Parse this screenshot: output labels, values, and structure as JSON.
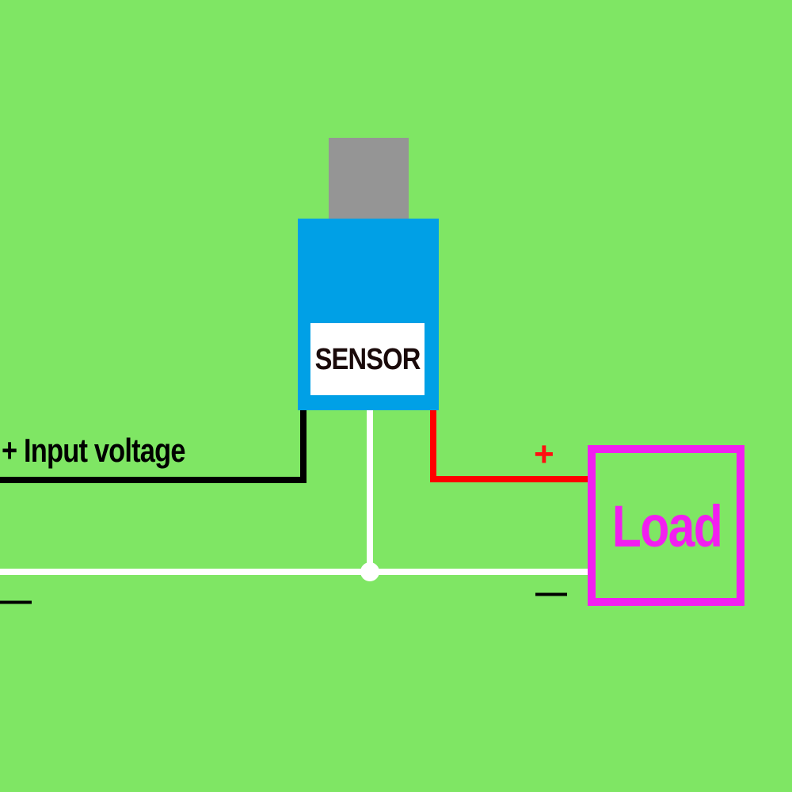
{
  "diagram": {
    "sensor_label": "SENSOR",
    "input_label": "+ Input voltage",
    "load_label": "Load",
    "load_plus": "+",
    "load_minus": "—",
    "ground_minus": "—"
  },
  "colors": {
    "background": "#7fe664",
    "sensor_body": "#00a0e6",
    "sensor_cap": "#959595",
    "sensor_label_bg": "#ffffff",
    "input_wire": "#000000",
    "output_wire": "#ff0000",
    "ground_wire": "#ffffff",
    "load_border": "#f21ef0"
  }
}
